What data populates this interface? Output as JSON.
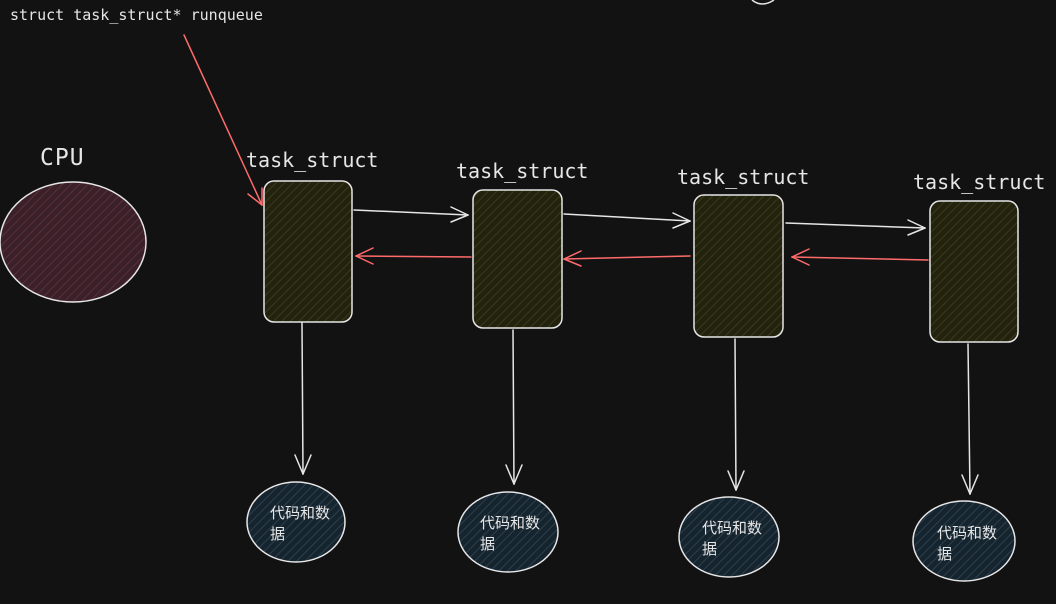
{
  "diagram": {
    "pointer_label": "struct task_struct* runqueue",
    "cpu_label": "CPU",
    "nodes": [
      {
        "label": "task_struct",
        "data_label": "代码和数据"
      },
      {
        "label": "task_struct",
        "data_label": "代码和数据"
      },
      {
        "label": "task_struct",
        "data_label": "代码和数据"
      },
      {
        "label": "task_struct",
        "data_label": "代码和数据"
      }
    ]
  },
  "colors": {
    "background": "#121212",
    "stroke": "#e6e6e6",
    "pointer_arrow": "#ff6b6b",
    "node_fill": "#2b2a12",
    "cpu_fill": "#4a2730",
    "data_fill": "#1e3040"
  }
}
